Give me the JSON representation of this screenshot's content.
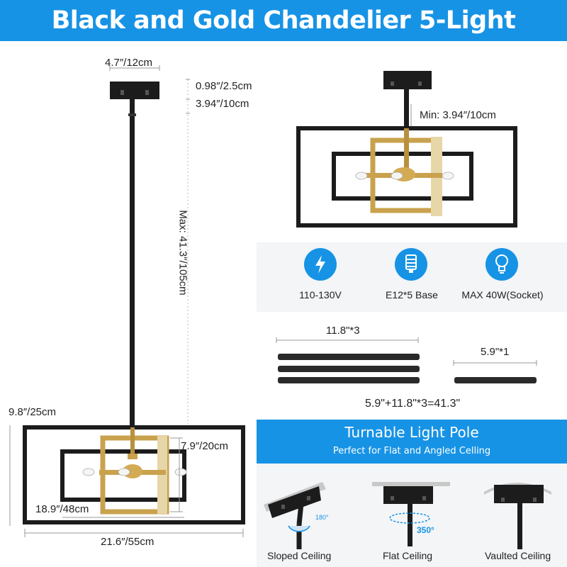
{
  "title": "Black and Gold Chandelier 5-Light",
  "dimensions": {
    "canopy_width": "4.7″/12cm",
    "canopy_height": "0.98″/2.5cm",
    "rod_top": "3.94″/10cm",
    "max_length": "Max: 41.3″/105cm",
    "total_height": "9.8″/25cm",
    "inner_height": "7.9″/20cm",
    "inner_width": "18.9″/48cm",
    "outer_width": "21.6″/55cm",
    "min_length": "Min: 3.94″/10cm"
  },
  "specs": [
    {
      "label": "110-130V",
      "icon": "lightning-icon"
    },
    {
      "label": "E12*5 Base",
      "icon": "bulb-base-icon"
    },
    {
      "label": "MAX 40W(Socket)",
      "icon": "lightbulb-icon"
    }
  ],
  "rods": {
    "long_label": "11.8\"*3",
    "short_label": "5.9\"*1",
    "formula": "5.9\"+11.8\"*3=41.3\""
  },
  "banner": {
    "title": "Turnable Light Pole",
    "subtitle": "Perfect for Flat and Angled Celling"
  },
  "ceilings": [
    {
      "label": "Sloped Ceiling",
      "angle": "180°"
    },
    {
      "label": "Flat Ceiling",
      "angle": "350°"
    },
    {
      "label": "Vaulted Ceiling"
    }
  ],
  "colors": {
    "accent": "#1793e5",
    "black": "#1c1c1c",
    "gold": "#c9a24e"
  }
}
